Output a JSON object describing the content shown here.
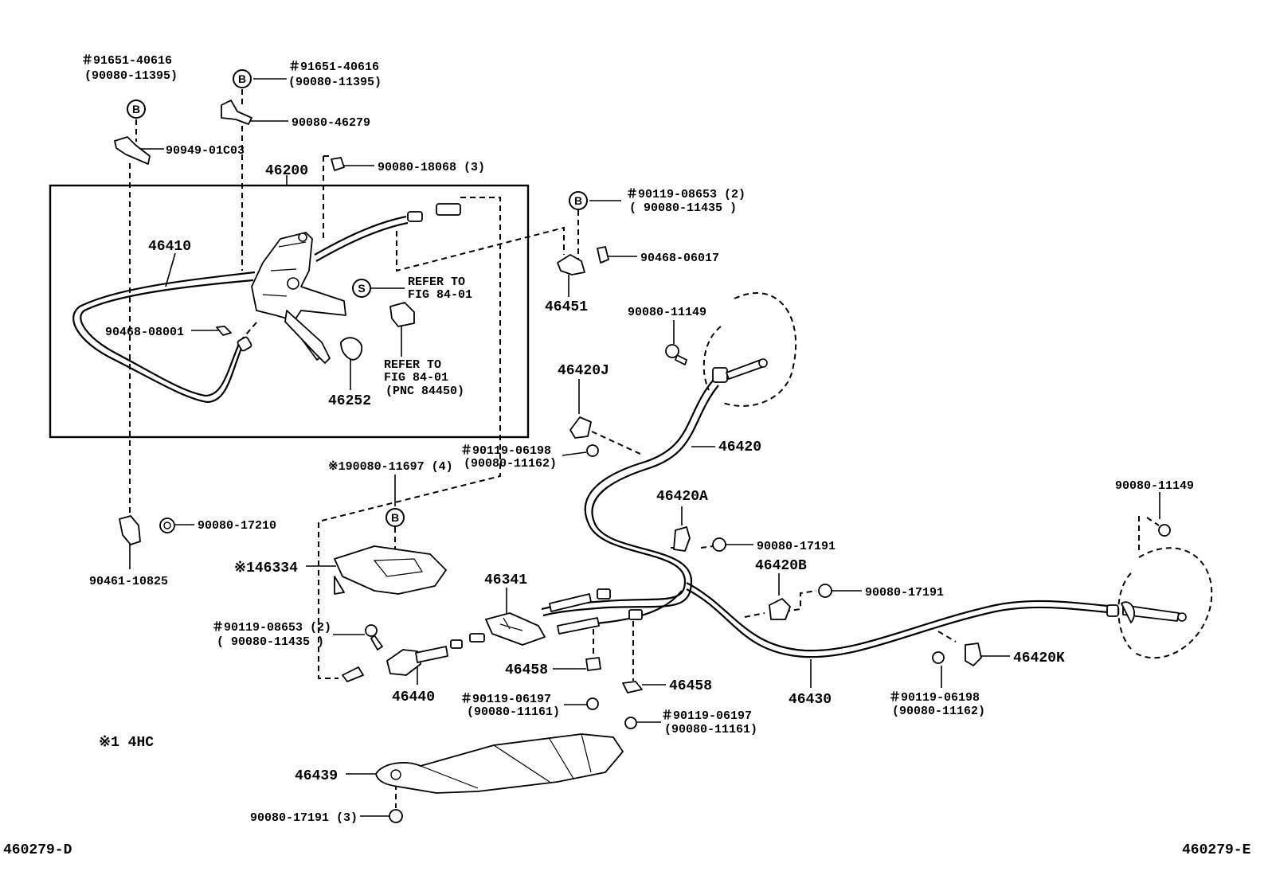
{
  "diagram": {
    "figure_code_left": "460279-D",
    "figure_code_right": "460279-E",
    "footnote": "※1 4HC",
    "marker_b": "B",
    "marker_s": "S",
    "labels": {
      "l_91651_top_left": "＃91651-40616",
      "l_90080_11395_left": "(90080-11395)",
      "l_91651_top_mid": "＃91651-40616",
      "l_90080_11395_mid": "(90080-11395)",
      "l_90080_46279": "90080-46279",
      "l_90949_01c03": "90949-01C03",
      "l_90080_18068": "90080-18068 (3)",
      "l_46200": "46200",
      "l_46410": "46410",
      "l_90468_08001": "90468-08001",
      "l_refer1_a": "REFER TO",
      "l_refer1_b": "FIG 84-01",
      "l_refer2_a": "REFER TO",
      "l_refer2_b": "FIG 84-01",
      "l_refer2_c": "(PNC 84450)",
      "l_46252": "46252",
      "l_90119_08653_top": "＃90119-08653 (2)",
      "l_90080_11435_top": "( 90080-11435 )",
      "l_90468_06017": "90468-06017",
      "l_46451": "46451",
      "l_90080_11149_a": "90080-11149",
      "l_46420j": "46420J",
      "l_46420": "46420",
      "l_90119_06198_mid": "＃90119-06198",
      "l_90080_11162_mid": "(90080-11162)",
      "l_90080_11697": "※190080-11697 (4)",
      "l_90080_17210": "90080-17210",
      "l_90461_10825": "90461-10825",
      "l_146334": "※146334",
      "l_46420a": "46420A",
      "l_90080_17191_a": "90080-17191",
      "l_46341": "46341",
      "l_46420b": "46420B",
      "l_90080_17191_b": "90080-17191",
      "l_90080_11149_b": "90080-11149",
      "l_90119_08653_low": "＃90119-08653 (2)",
      "l_90080_11435_low": "( 90080-11435 )",
      "l_46458_a": "46458",
      "l_46458_b": "46458",
      "l_46440": "46440",
      "l_90119_06197_a": "＃90119-06197",
      "l_90080_11161_a": "(90080-11161)",
      "l_90119_06197_b": "＃90119-06197",
      "l_90080_11161_b": "(90080-11161)",
      "l_46430": "46430",
      "l_90119_06198_right": "＃90119-06198",
      "l_90080_11162_right": "(90080-11162)",
      "l_46420k": "46420K",
      "l_46439": "46439",
      "l_90080_17191_c": "90080-17191 (3)"
    }
  }
}
